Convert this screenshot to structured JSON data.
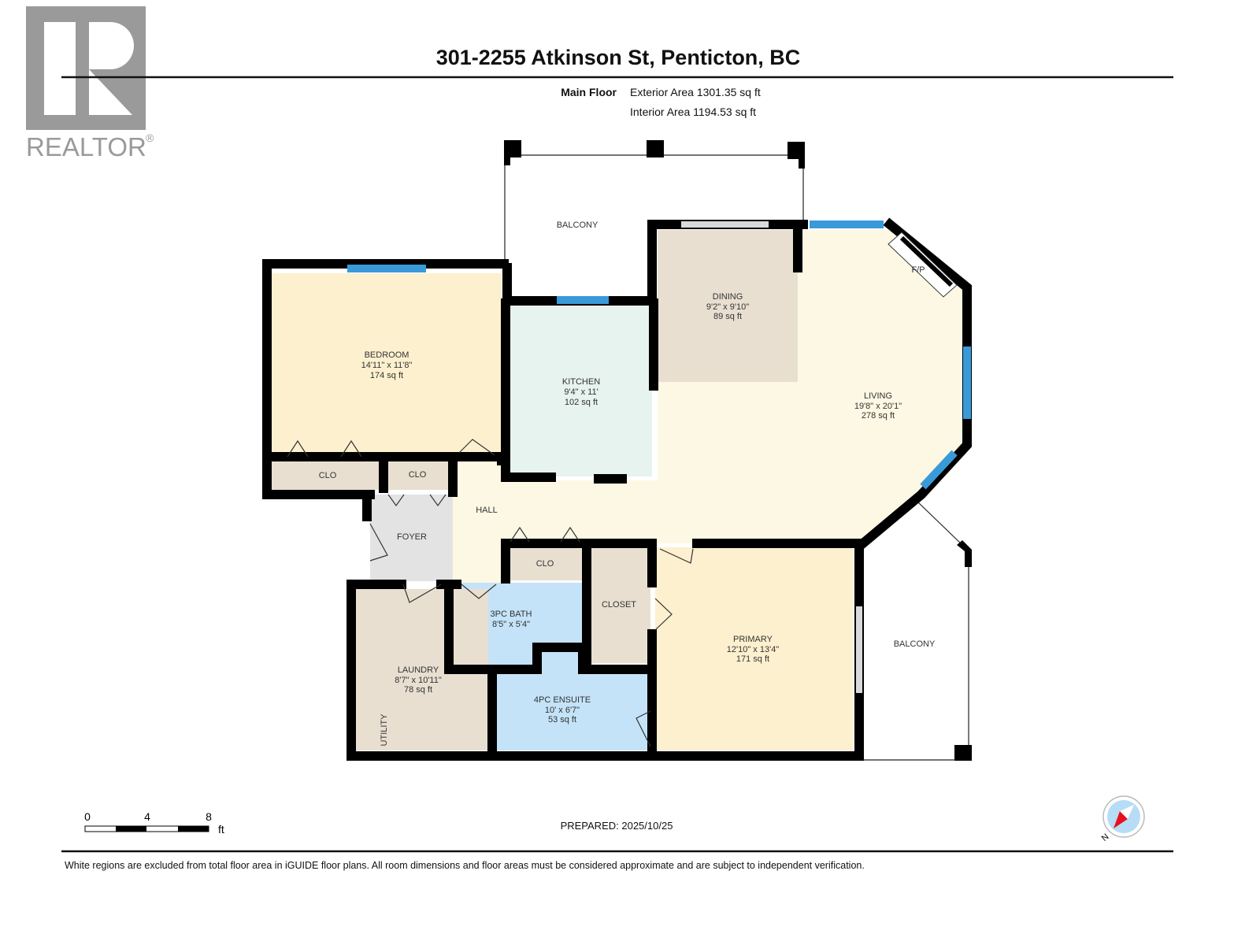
{
  "header": {
    "title": "301-2255 Atkinson St, Penticton, BC",
    "floor_name": "Main Floor",
    "exterior_area": "Exterior Area 1301.35 sq ft",
    "interior_area": "Interior Area 1194.53 sq ft"
  },
  "logo": {
    "text": "REALTOR",
    "mark": "®"
  },
  "rooms": {
    "bedroom": {
      "name": "BEDROOM",
      "dims": "14'11\" x 11'8\"",
      "area": "174 sq ft"
    },
    "kitchen": {
      "name": "KITCHEN",
      "dims": "9'4\" x 11'",
      "area": "102 sq ft"
    },
    "dining": {
      "name": "DINING",
      "dims": "9'2\" x 9'10\"",
      "area": "89 sq ft"
    },
    "living": {
      "name": "LIVING",
      "dims": "19'8\" x 20'1\"",
      "area": "278 sq ft"
    },
    "primary": {
      "name": "PRIMARY",
      "dims": "12'10\" x 13'4\"",
      "area": "171 sq ft"
    },
    "bath3": {
      "name": "3PC BATH",
      "dims": "8'5\" x 5'4\""
    },
    "ensuite": {
      "name": "4PC ENSUITE",
      "dims": "10' x 6'7\"",
      "area": "53 sq ft"
    },
    "laundry": {
      "name": "LAUNDRY",
      "dims": "8'7\" x 10'11\"",
      "area": "78 sq ft"
    },
    "clo1": "CLO",
    "clo2": "CLO",
    "clo3": "CLO",
    "closet": "CLOSET",
    "foyer": "FOYER",
    "hall": "HALL",
    "utility": "UTILITY",
    "fireplace": "F/P",
    "balcony_top": "BALCONY",
    "balcony_right": "BALCONY"
  },
  "colors": {
    "bedroom": "#fdf0cf",
    "living": "#fdf8e4",
    "kitchen": "#e6f3ee",
    "beige": "#e8dfd1",
    "bath": "#c4e3f8",
    "foyer": "#e3e3e3",
    "window": "#3a9ad9"
  },
  "scale": {
    "ticks": [
      "0",
      "4",
      "8"
    ],
    "unit": "ft"
  },
  "prepared": "PREPARED: 2025/10/25",
  "compass": {
    "label": "N"
  },
  "footer": {
    "disclaimer": "White regions are excluded from total floor area in iGUIDE floor plans. All room dimensions and floor areas must be considered approximate and are subject to independent verification."
  }
}
